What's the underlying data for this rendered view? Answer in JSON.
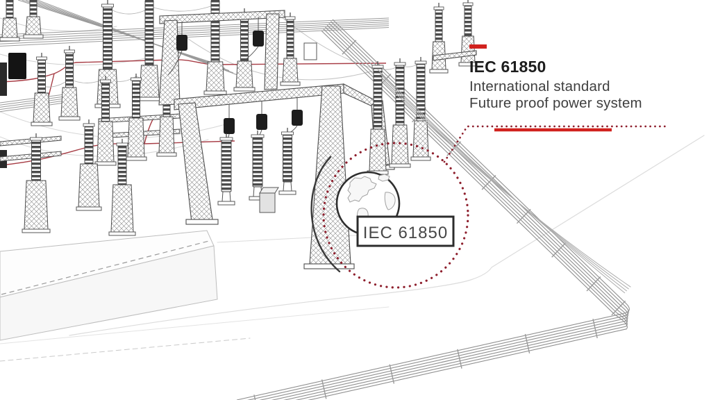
{
  "illustration": {
    "name": "substation-line-art",
    "elements": [
      "lattice-gantries",
      "insulator-columns",
      "busbars",
      "perimeter-fence",
      "control-building"
    ]
  },
  "annotation": {
    "dash_icon": "red-dash-icon",
    "heading": "IEC 61850",
    "line1": "International standard",
    "line2": "Future proof power system"
  },
  "callout": {
    "icon": "globe-icon",
    "label": "IEC 61850"
  },
  "colors": {
    "accent_red": "#d1221e",
    "dot_red": "#8e1f2d",
    "cable_red": "#a3333c",
    "ink": "#1c1c1c",
    "subtext": "#3f3f3f",
    "line_gray": "#4d4d4d",
    "fence_gray": "#8f8f8f"
  }
}
